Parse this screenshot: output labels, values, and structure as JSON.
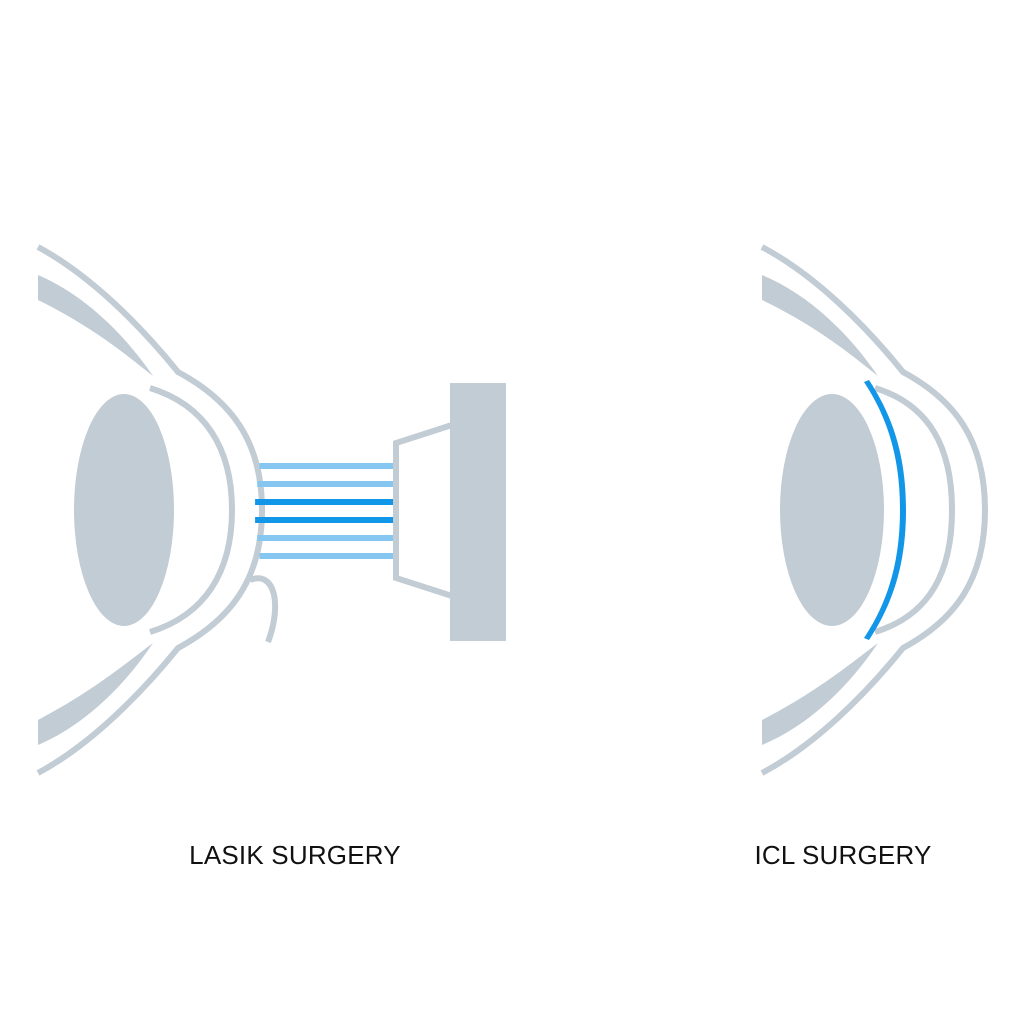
{
  "panels": [
    {
      "id": "lasik",
      "caption": "LASIK SURGERY"
    },
    {
      "id": "icl",
      "caption": "ICL SURGERY"
    }
  ],
  "colors": {
    "eye_structure": "#c2ccd4",
    "laser_light": "#86c7f2",
    "laser_dark": "#1296e8",
    "implant_lens": "#1296e8",
    "caption_text": "#111111",
    "background": "#ffffff"
  }
}
